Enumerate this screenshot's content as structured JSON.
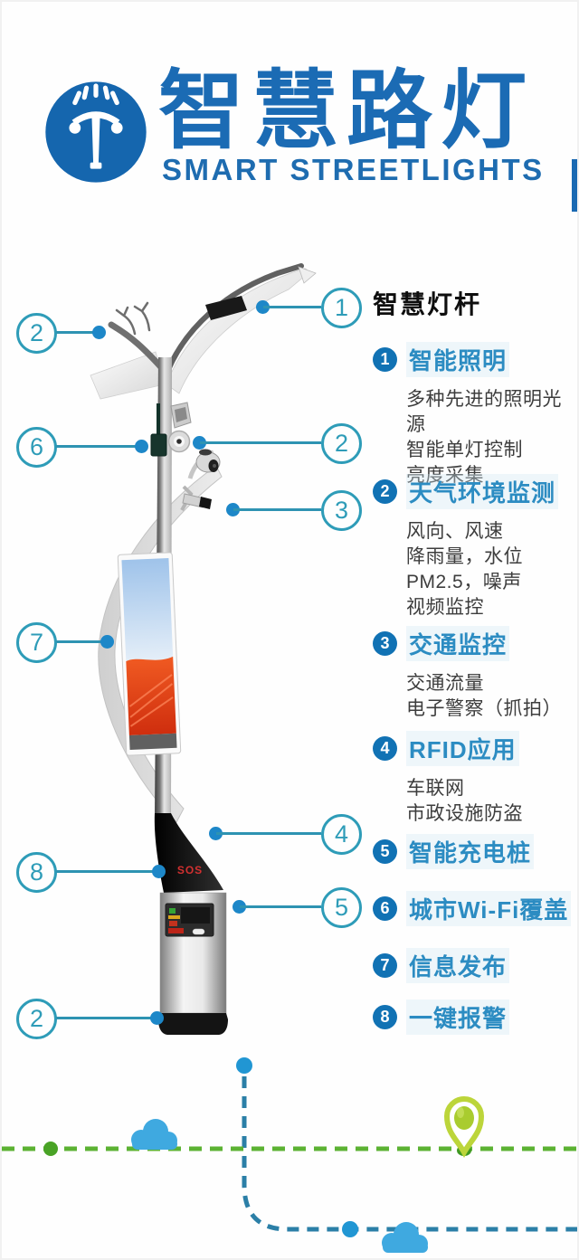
{
  "header": {
    "title_zh": "智慧路灯",
    "title_en": "SMART STREETLIGHTS"
  },
  "diagram": {
    "title": "智慧灯杆",
    "sos_label": "SOS",
    "callouts_left": [
      {
        "label": "2"
      },
      {
        "label": "6"
      },
      {
        "label": "7"
      },
      {
        "label": "8"
      },
      {
        "label": "2"
      }
    ],
    "callouts_right": [
      {
        "label": "1"
      },
      {
        "label": "2"
      },
      {
        "label": "3"
      },
      {
        "label": "4"
      },
      {
        "label": "5"
      }
    ]
  },
  "features": [
    {
      "num": "1",
      "title": "智能照明",
      "details": [
        "多种先进的照明光源",
        "智能单灯控制",
        "亮度采集"
      ]
    },
    {
      "num": "2",
      "title": "天气环境监测",
      "details": [
        "风向、风速",
        "降雨量，水位",
        "PM2.5，噪声",
        "视频监控"
      ]
    },
    {
      "num": "3",
      "title": "交通监控",
      "details": [
        "交通流量",
        "电子警察（抓拍）"
      ]
    },
    {
      "num": "4",
      "title": "RFID应用",
      "details": [
        "车联网",
        "市政设施防盗"
      ]
    },
    {
      "num": "5",
      "title": "智能充电桩",
      "details": []
    },
    {
      "num": "6",
      "title": "城市Wi-Fi覆盖",
      "details": []
    },
    {
      "num": "7",
      "title": "信息发布",
      "details": []
    },
    {
      "num": "8",
      "title": "一键报警",
      "details": []
    }
  ],
  "colors": {
    "brand_blue": "#1b6bb4",
    "logo_circle": "#1566ae",
    "callout_teal": "#2e9cb8",
    "connector_dot_blue": "#1d87c8",
    "feature_disc_blue": "#1172b4",
    "feature_title_blue": "#2c8cc2",
    "body_text": "#3d3d3d",
    "sos_red": "#d23030",
    "green_route": "#5cb233",
    "cloud_blue": "#3fa9e0",
    "route_path_blue": "#2b7fa7",
    "pin_green": "#bcd53a"
  }
}
